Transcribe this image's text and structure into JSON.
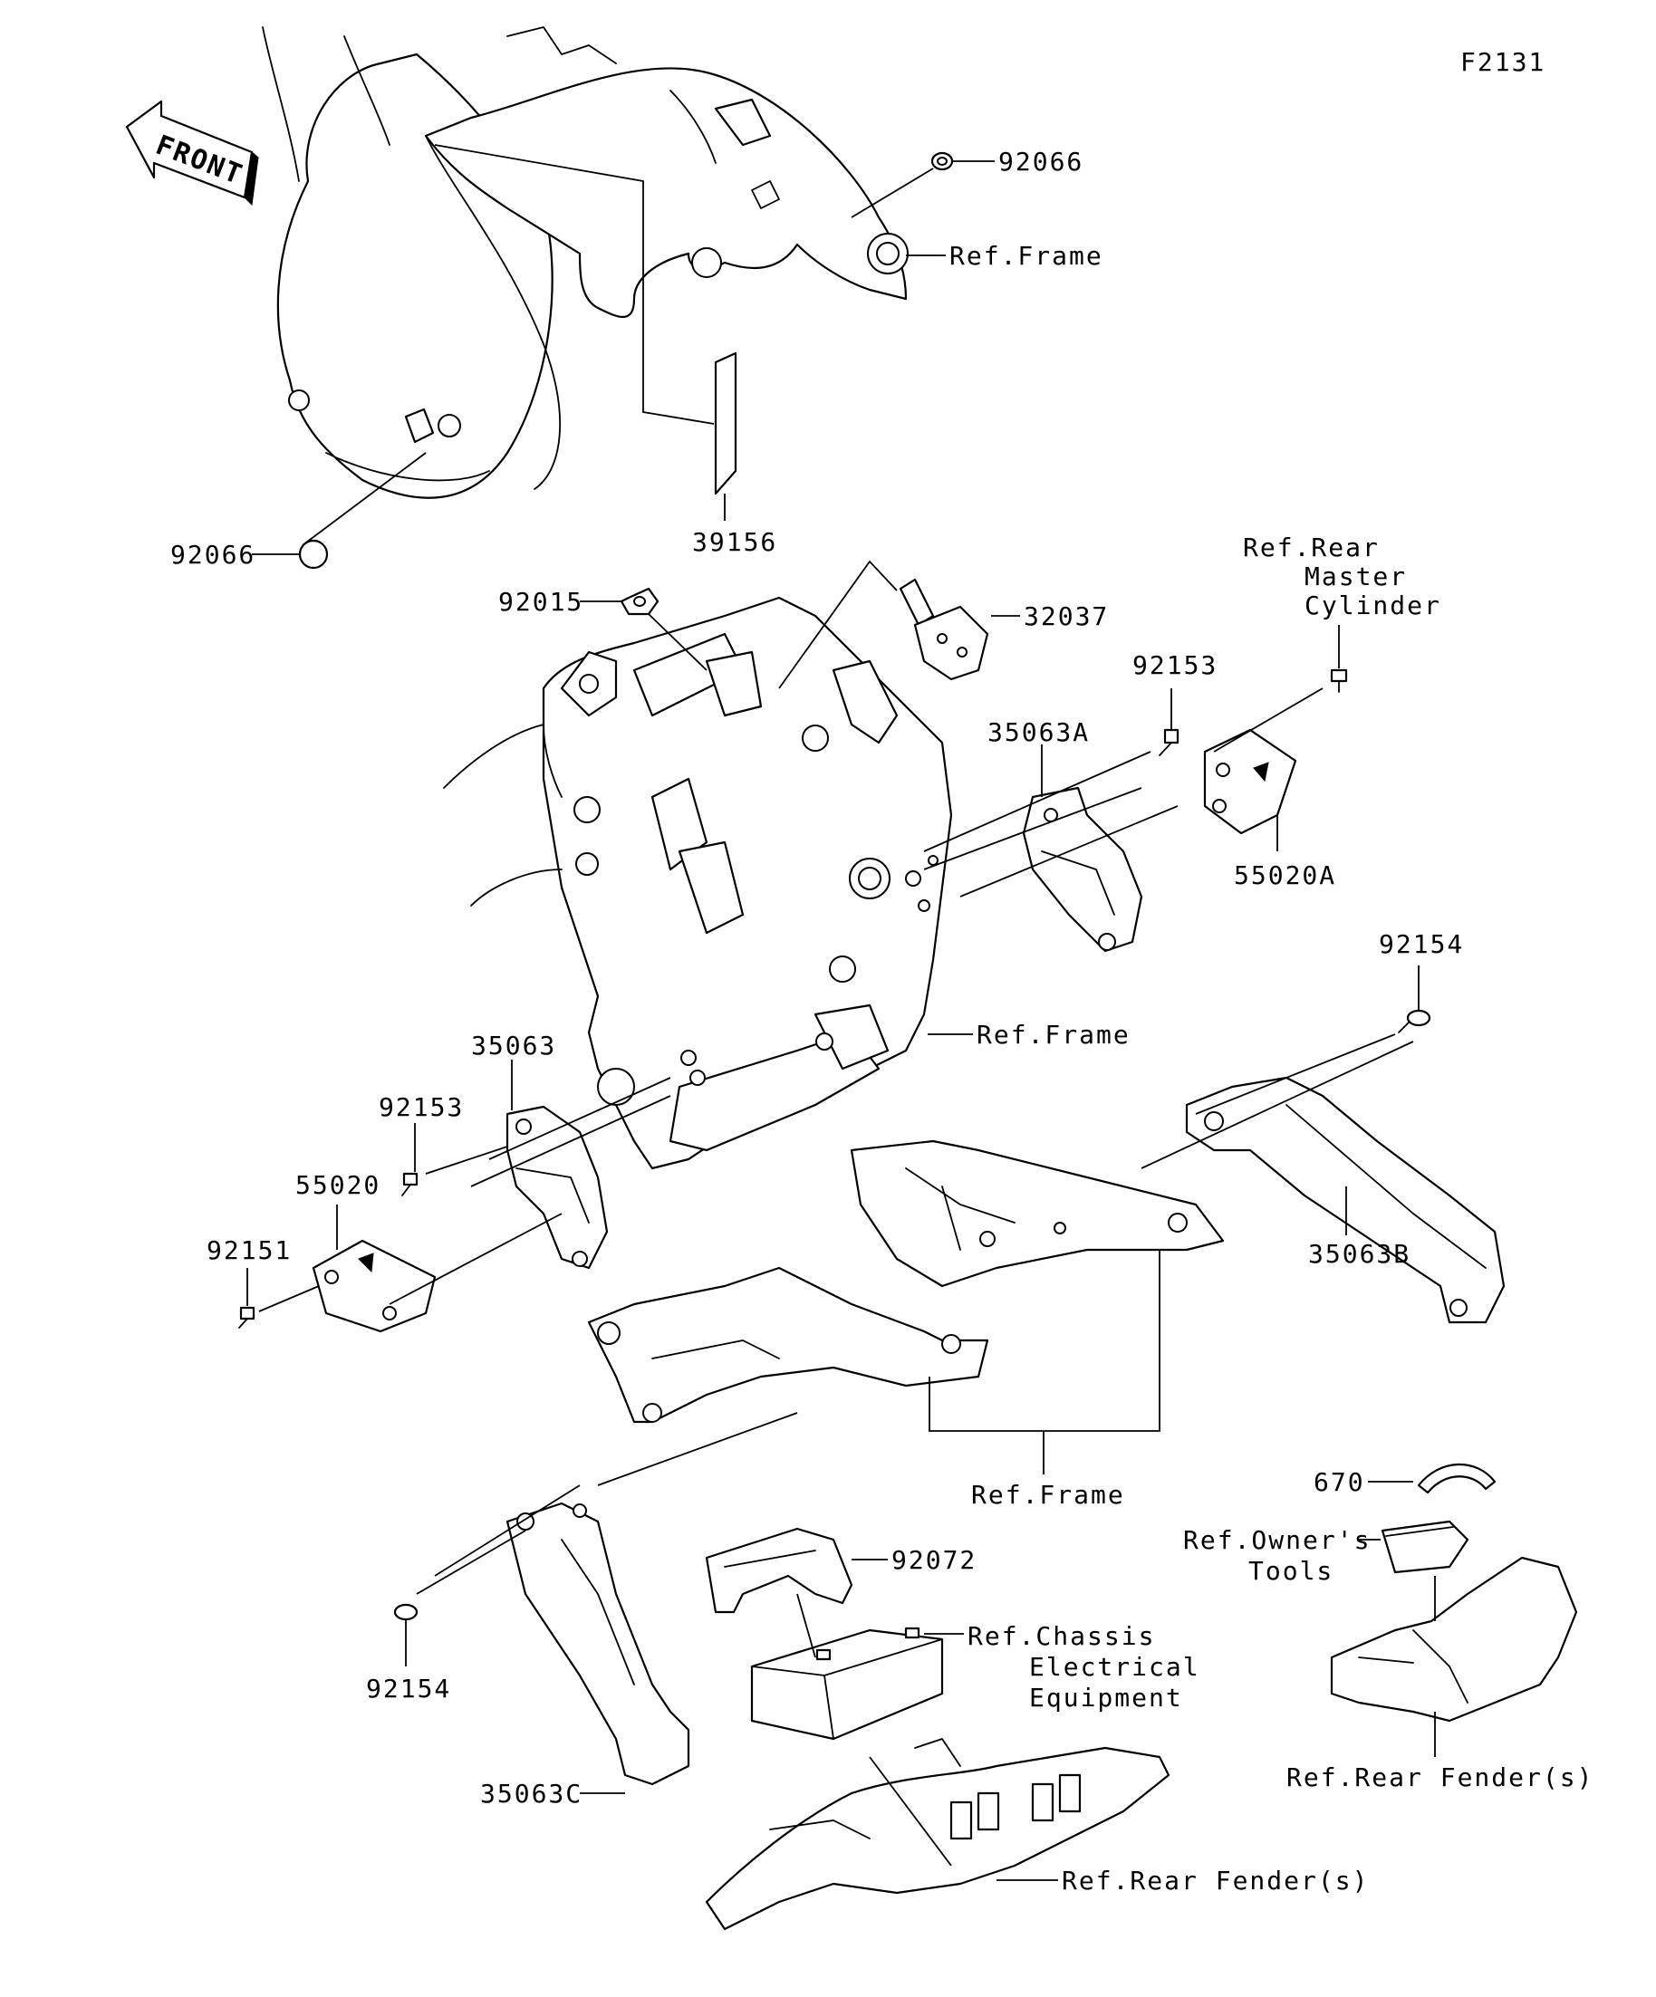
{
  "figure_code": "F2131",
  "front_arrow": "FRONT",
  "labels": {
    "p92066_top": "92066",
    "ref_frame_top": "Ref.Frame",
    "p92066_left": "92066",
    "p39156": "39156",
    "p92015": "92015",
    "p32037": "32037",
    "ref_rear_master_cyl": [
      "Ref.Rear",
      "Master",
      "Cylinder"
    ],
    "p92153_right": "92153",
    "p35063A": "35063A",
    "p55020A": "55020A",
    "p92154_right": "92154",
    "ref_frame_mid": "Ref.Frame",
    "p35063": "35063",
    "p92153_left": "92153",
    "p55020": "55020",
    "p92151": "92151",
    "p35063B": "35063B",
    "ref_frame_bottom": "Ref.Frame",
    "p670": "670",
    "ref_owners_tools": [
      "Ref.Owner's",
      "Tools"
    ],
    "p92072": "92072",
    "ref_chassis_elec": [
      "Ref.Chassis",
      "Electrical",
      "Equipment"
    ],
    "p92154_left": "92154",
    "ref_rear_fender_right": "Ref.Rear Fender(s)",
    "p35063C": "35063C",
    "ref_rear_fender_bottom": "Ref.Rear Fender(s)"
  }
}
